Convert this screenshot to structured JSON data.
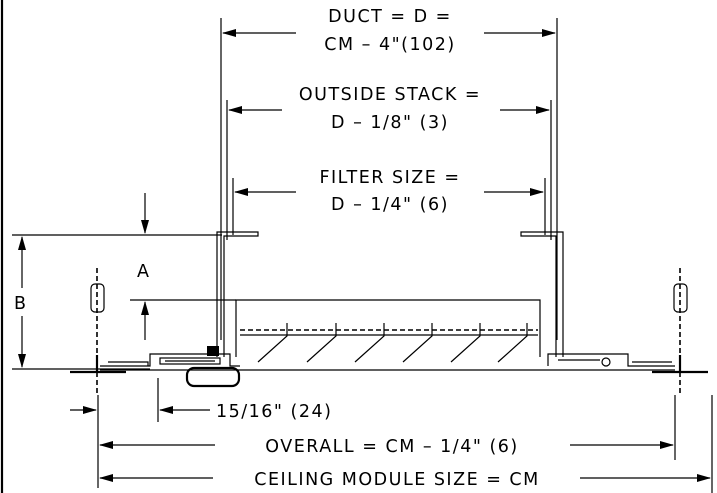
{
  "labels": {
    "duct_line1": "DUCT = D =",
    "duct_line2": "CM – 4\"(102)",
    "stack_line1": "OUTSIDE STACK =",
    "stack_line2": "D – 1/8\" (3)",
    "filter_line1": "FILTER SIZE =",
    "filter_line2": "D – 1/4\" (6)",
    "dim_a": "A",
    "dim_b": "B",
    "flange_dim": "15/16\" (24)",
    "overall": "OVERALL = CM – 1/4\" (6)",
    "ceiling_module": "CEILING MODULE SIZE = CM"
  }
}
